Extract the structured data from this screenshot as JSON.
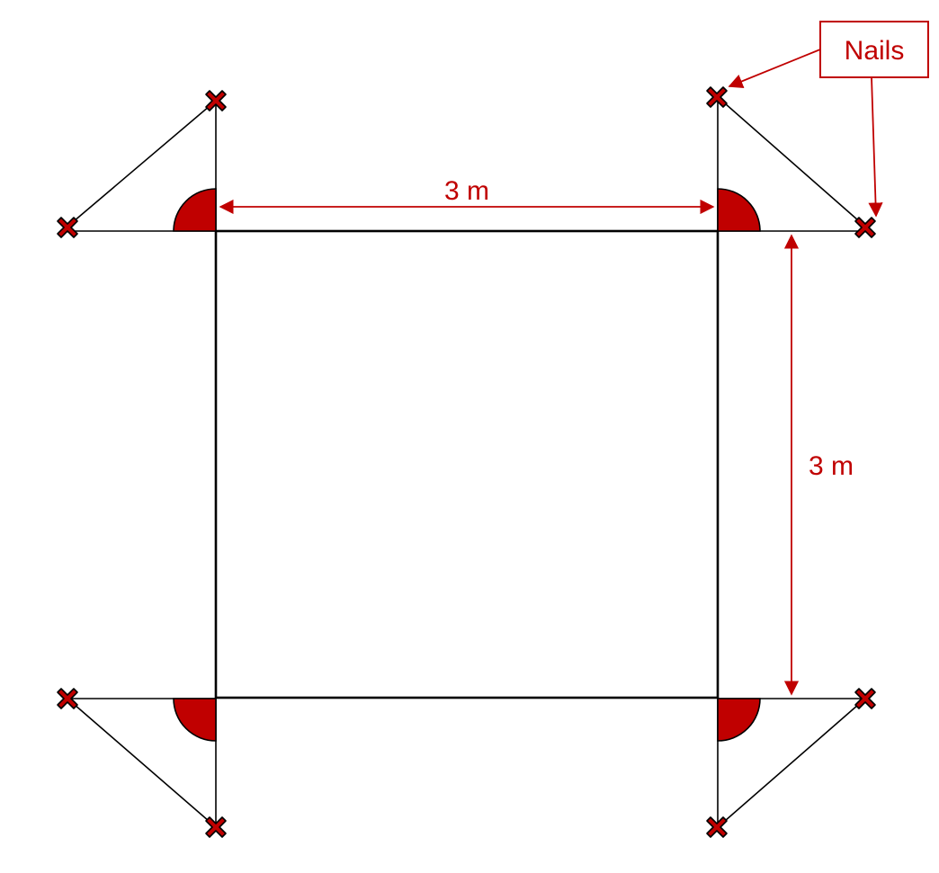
{
  "diagram": {
    "top_dimension_label": "3 m",
    "side_dimension_label": "3 m",
    "callout_label": "Nails"
  },
  "colors": {
    "accent": "#c00000",
    "line": "#000000",
    "background": "#ffffff"
  },
  "icons": {
    "nail_marker": "x-mark-icon",
    "right_angle_marker": "quarter-circle-icon"
  }
}
